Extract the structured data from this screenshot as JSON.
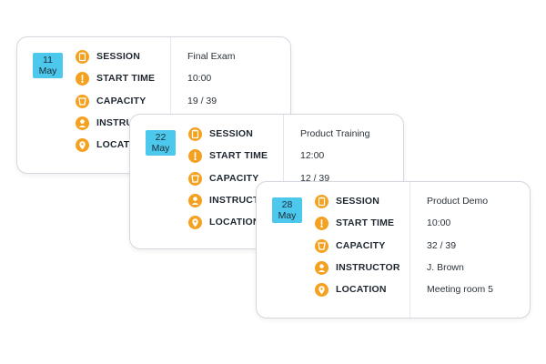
{
  "labels": {
    "session": "SESSION",
    "start_time": "START TIME",
    "capacity": "CAPACITY",
    "instructor": "INSTRUCTOR",
    "location": "LOCATION"
  },
  "icons": {
    "session": "clipboard-icon",
    "start_time": "clock-icon",
    "capacity": "group-icon",
    "instructor": "user-icon",
    "location": "map-pin-icon"
  },
  "colors": {
    "icon_accent": "#f4a11f",
    "date_badge": "#4cc8ec"
  },
  "cards": [
    {
      "date_day": "11",
      "date_month": "May",
      "session": "Final Exam",
      "start_time": "10:00",
      "capacity": "19 / 39",
      "instructor": "",
      "location": ""
    },
    {
      "date_day": "22",
      "date_month": "May",
      "session": "Product Training",
      "start_time": "12:00",
      "capacity": "12 / 39",
      "instructor": "",
      "location": ""
    },
    {
      "date_day": "28",
      "date_month": "May",
      "session": "Product Demo",
      "start_time": "10:00",
      "capacity": "32 / 39",
      "instructor": "J. Brown",
      "location": "Meeting room 5"
    }
  ]
}
